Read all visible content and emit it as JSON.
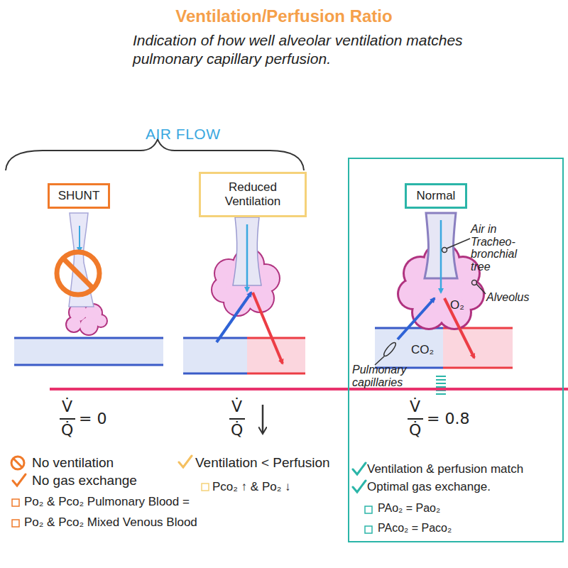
{
  "diagram": {
    "title": "Ventilation/Perfusion Ratio",
    "nodes": [
      {
        "text": [
          "SHUNT"
        ]
      },
      {
        "text": [
          "Reduced Ventilation"
        ]
      },
      {
        "text": [
          "Ventilation & perfusion match",
          "Optimal gas exchange.",
          "PAo₂ = Pao₂",
          "PAco₂ = Paco₂"
        ]
      },
      {
        "text": [
          "Normal"
        ],
        "in": 2
      }
    ],
    "labels": [
      "Indication of how well alveolar ventilation matches pulmonary capillary perfusion.",
      "AIR FLOW",
      "Air in Tracheo- bronchial tree",
      "Alveolus",
      "O₂",
      "CO₂",
      "Pulmonary capillaries",
      "V̇",
      "Q̇",
      "= 0",
      "V̇",
      "Q̇",
      "V̇",
      "Q̇",
      "= 0.8",
      "No ventilation",
      "No gas exchange",
      "Po₂ & Pco₂ Pulmonary Blood =",
      "Po₂ & Pco₂ Mixed Venous Blood",
      "Ventilation < Perfusion",
      "Pco₂ ↑ & Po₂ ↓"
    ]
  }
}
